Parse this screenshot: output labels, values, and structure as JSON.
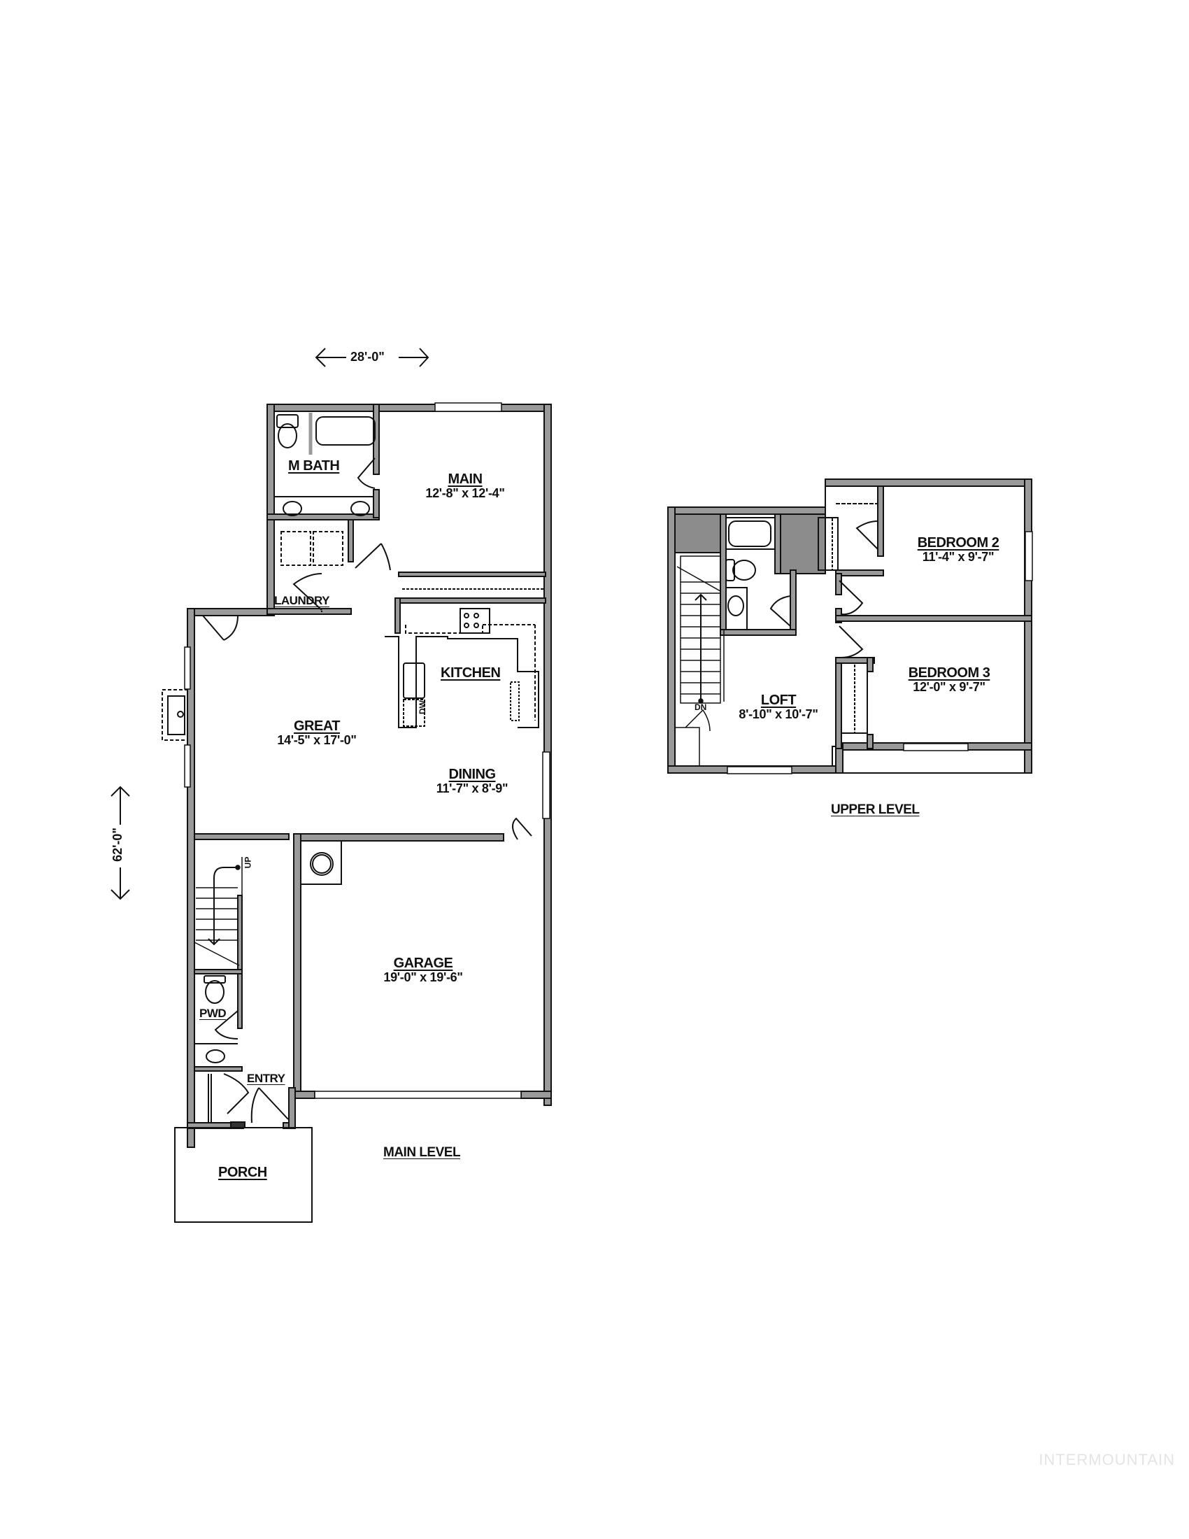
{
  "dimensions": {
    "width_label": "28'-0\"",
    "depth_label": "62'-0\""
  },
  "main_level": {
    "title": "MAIN LEVEL",
    "rooms": {
      "m_bath": {
        "name": "M BATH"
      },
      "main": {
        "name": "MAIN",
        "size": "12'-8\" x 12'-4\""
      },
      "laundry": {
        "name": "LAUNDRY"
      },
      "kitchen": {
        "name": "KITCHEN"
      },
      "great": {
        "name": "GREAT",
        "size": "14'-5\" x 17'-0\""
      },
      "dining": {
        "name": "DINING",
        "size": "11'-7\" x 8'-9\""
      },
      "garage": {
        "name": "GARAGE",
        "size": "19'-0\" x 19'-6\""
      },
      "pwd": {
        "name": "PWD"
      },
      "entry": {
        "name": "ENTRY"
      },
      "porch": {
        "name": "PORCH"
      }
    },
    "annotations": {
      "dishwasher": "DW",
      "stairs_up": "UP"
    }
  },
  "upper_level": {
    "title": "UPPER LEVEL",
    "rooms": {
      "bedroom2": {
        "name": "BEDROOM 2",
        "size": "11'-4\" x 9'-7\""
      },
      "bedroom3": {
        "name": "BEDROOM 3",
        "size": "12'-0\" x 9'-7\""
      },
      "loft": {
        "name": "LOFT",
        "size": "8'-10\" x 10'-7\""
      }
    },
    "annotations": {
      "stairs_down": "DN"
    }
  },
  "watermark": "INTERMOUNTAIN",
  "colors": {
    "wall": "#9a9a9a",
    "line": "#111111",
    "background": "#ffffff",
    "shaded": "#8c8c8c"
  }
}
